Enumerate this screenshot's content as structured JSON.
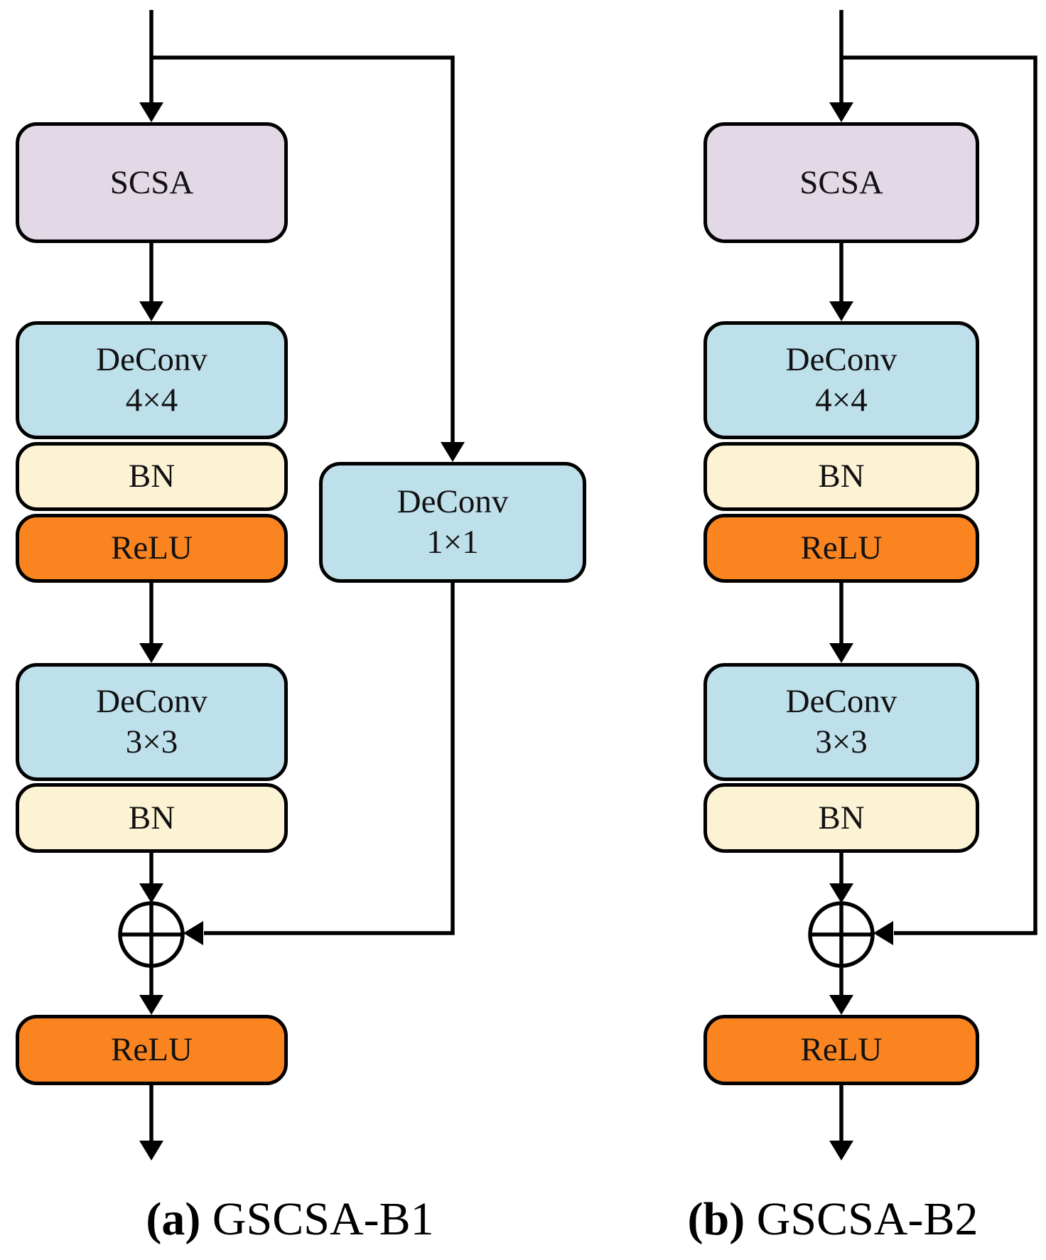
{
  "figure": {
    "colors": {
      "bg": "#FFFFFF",
      "line": "#000000",
      "scsa": "#E2D8E6",
      "deconv": "#BEE0EB",
      "bn": "#FCF2D4",
      "relu": "#FA8420"
    },
    "panels": [
      {
        "caption_label": "(a)",
        "caption_title": " GSCSA-B1",
        "sum_symbol": "⊕",
        "blocks": {
          "scsa": "SCSA",
          "deconv44_line1": "DeConv",
          "deconv44_line2": "4×4",
          "bn1": "BN",
          "relu1": "ReLU",
          "deconv33_line1": "DeConv",
          "deconv33_line2": "3×3",
          "bn2": "BN",
          "relu2": "ReLU",
          "deconv11_line1": "DeConv",
          "deconv11_line2": "1×1"
        }
      },
      {
        "caption_label": "(b)",
        "caption_title": " GSCSA-B2",
        "sum_symbol": "⊕",
        "blocks": {
          "scsa": "SCSA",
          "deconv44_line1": "DeConv",
          "deconv44_line2": "4×4",
          "bn1": "BN",
          "relu1": "ReLU",
          "deconv33_line1": "DeConv",
          "deconv33_line2": "3×3",
          "bn2": "BN",
          "relu2": "ReLU"
        }
      }
    ]
  }
}
